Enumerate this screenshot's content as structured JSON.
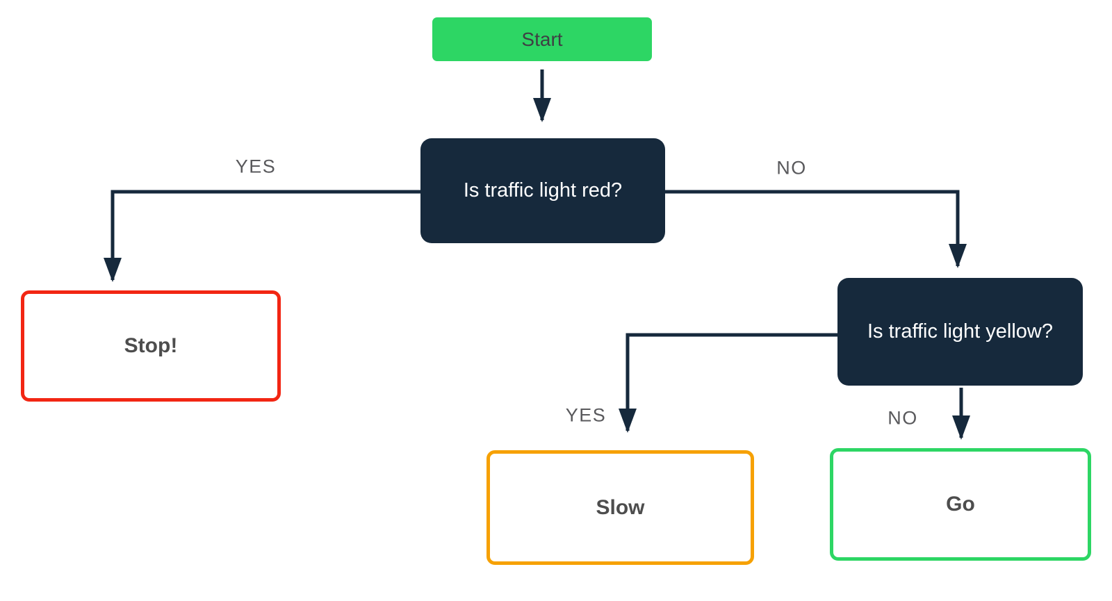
{
  "nodes": {
    "start": {
      "label": "Start"
    },
    "decision_red": {
      "label": "Is traffic light red?"
    },
    "stop": {
      "label": "Stop!"
    },
    "decision_yellow": {
      "label": "Is traffic light yellow?"
    },
    "slow": {
      "label": "Slow"
    },
    "go": {
      "label": "Go"
    }
  },
  "edges": {
    "red_yes": {
      "label": "YES"
    },
    "red_no": {
      "label": "NO"
    },
    "yellow_yes": {
      "label": "YES"
    },
    "yellow_no": {
      "label": "NO"
    }
  },
  "colors": {
    "green": "#2DD664",
    "navy": "#16293C",
    "red": "#F22613",
    "orange": "#F6A104",
    "label_gray": "#59595C",
    "outcome_text": "#4D4D4D",
    "start_text": "#3F3F44",
    "white": "#FFFFFF"
  }
}
